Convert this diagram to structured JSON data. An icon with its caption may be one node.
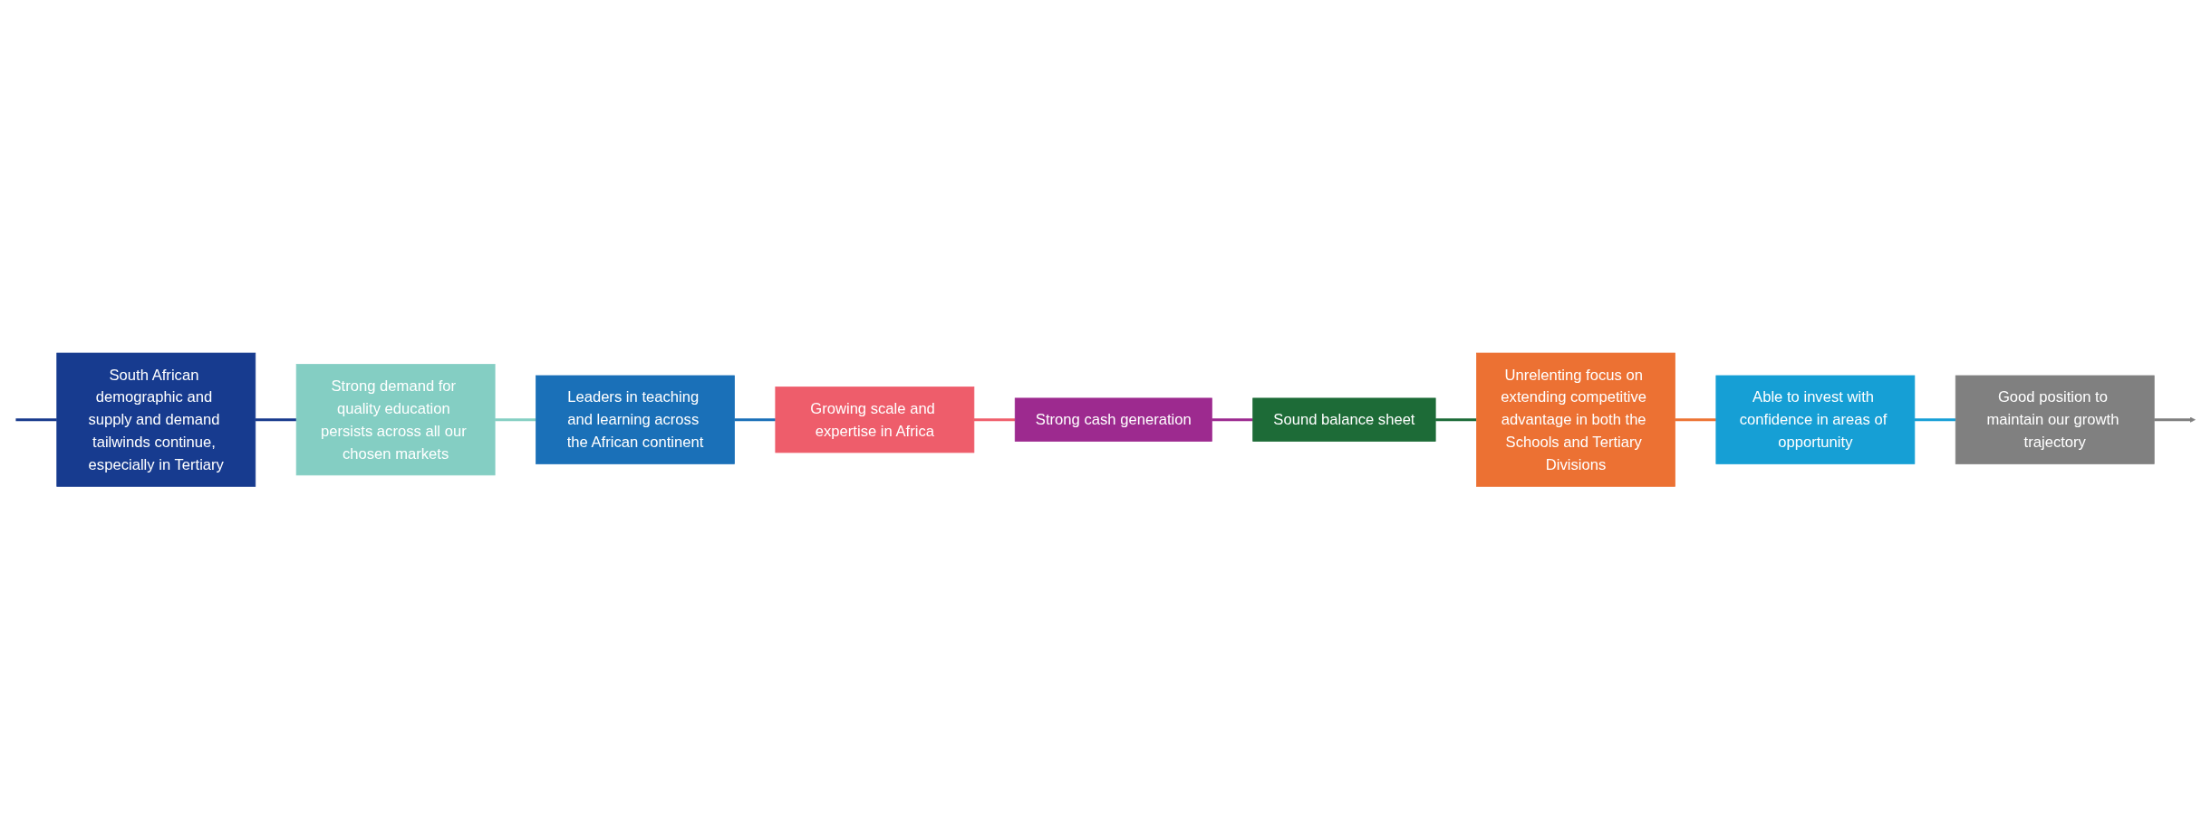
{
  "diagram": {
    "nodes": [
      {
        "text": [
          "South African demographic and supply and demand tailwinds continue, especially in Tertiary"
        ]
      },
      {
        "text": [
          "Strong demand for quality education persists across all our chosen markets"
        ]
      },
      {
        "text": [
          "Leaders in teaching and learning across the African continent"
        ]
      },
      {
        "text": [
          "Growing scale and expertise in Africa"
        ]
      },
      {
        "text": [
          "Strong cash generation"
        ]
      },
      {
        "text": [
          "Sound balance sheet"
        ]
      },
      {
        "text": [
          "Unrelenting focus on extending competitive advantage in both the Schools and Tertiary Divisions"
        ]
      },
      {
        "text": [
          "Able to invest with confidence in areas of opportunity"
        ]
      },
      {
        "text": [
          "Good position to maintain our growth trajectory"
        ]
      }
    ],
    "edges": [
      {
        "from": null,
        "to": 0,
        "arrow": "none",
        "color": "#183a8c"
      },
      {
        "from": 0,
        "to": 1,
        "arrow": "none",
        "color": "#183a8c"
      },
      {
        "from": 1,
        "to": 2,
        "arrow": "none",
        "color": "#85cfc3"
      },
      {
        "from": 2,
        "to": 3,
        "arrow": "none",
        "color": "#1a6fb8"
      },
      {
        "from": 3,
        "to": 4,
        "arrow": "none",
        "color": "#ef5f6c"
      },
      {
        "from": 4,
        "to": 5,
        "arrow": "none",
        "color": "#9c2a90"
      },
      {
        "from": 5,
        "to": 6,
        "arrow": "none",
        "color": "#1c6b38"
      },
      {
        "from": 6,
        "to": 7,
        "arrow": "none",
        "color": "#ec7434"
      },
      {
        "from": 7,
        "to": 8,
        "arrow": "none",
        "color": "#179fd6"
      },
      {
        "from": 8,
        "to": null,
        "arrow": "to",
        "color": "#7f7f7f"
      }
    ]
  }
}
